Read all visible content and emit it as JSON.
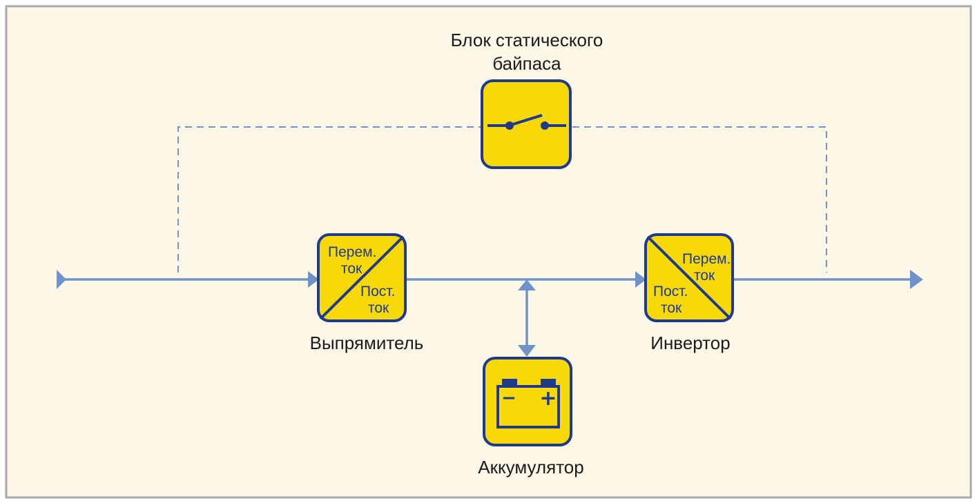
{
  "diagram": {
    "bypass": {
      "title_line1": "Блок статического",
      "title_line2": "байпаса"
    },
    "rectifier": {
      "label": "Выпрямитель",
      "ac_line1": "Перем.",
      "ac_line2": "ток",
      "dc_line1": "Пост.",
      "dc_line2": "ток"
    },
    "inverter": {
      "label": "Инвертор",
      "ac_line1": "Перем.",
      "ac_line2": "ток",
      "dc_line1": "Пост.",
      "dc_line2": "ток"
    },
    "battery": {
      "label": "Аккумулятор",
      "minus": "−",
      "plus": "+"
    }
  },
  "colors": {
    "background": "#fdf7e8",
    "frame": "#a8a8a8",
    "line": "#6f93c8",
    "box_fill": "#f7d909",
    "box_stroke": "#1f3a8a"
  }
}
